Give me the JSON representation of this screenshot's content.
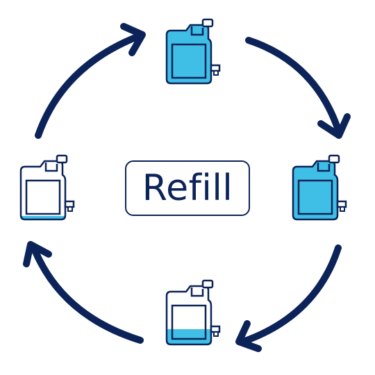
{
  "center_label": "Refill",
  "colors": {
    "navy": "#0b2358",
    "water": "#3fbfe6",
    "water_light": "#8fd8f1",
    "empty": "#ffffff"
  },
  "containers": [
    {
      "name": "full",
      "fill_level": 1.0
    },
    {
      "name": "full",
      "fill_level": 1.0
    },
    {
      "name": "partial",
      "fill_level": 0.25
    },
    {
      "name": "empty",
      "fill_level": 0.05
    }
  ],
  "icons": [
    "water-jug-icon",
    "cycle-arrow-icon"
  ]
}
